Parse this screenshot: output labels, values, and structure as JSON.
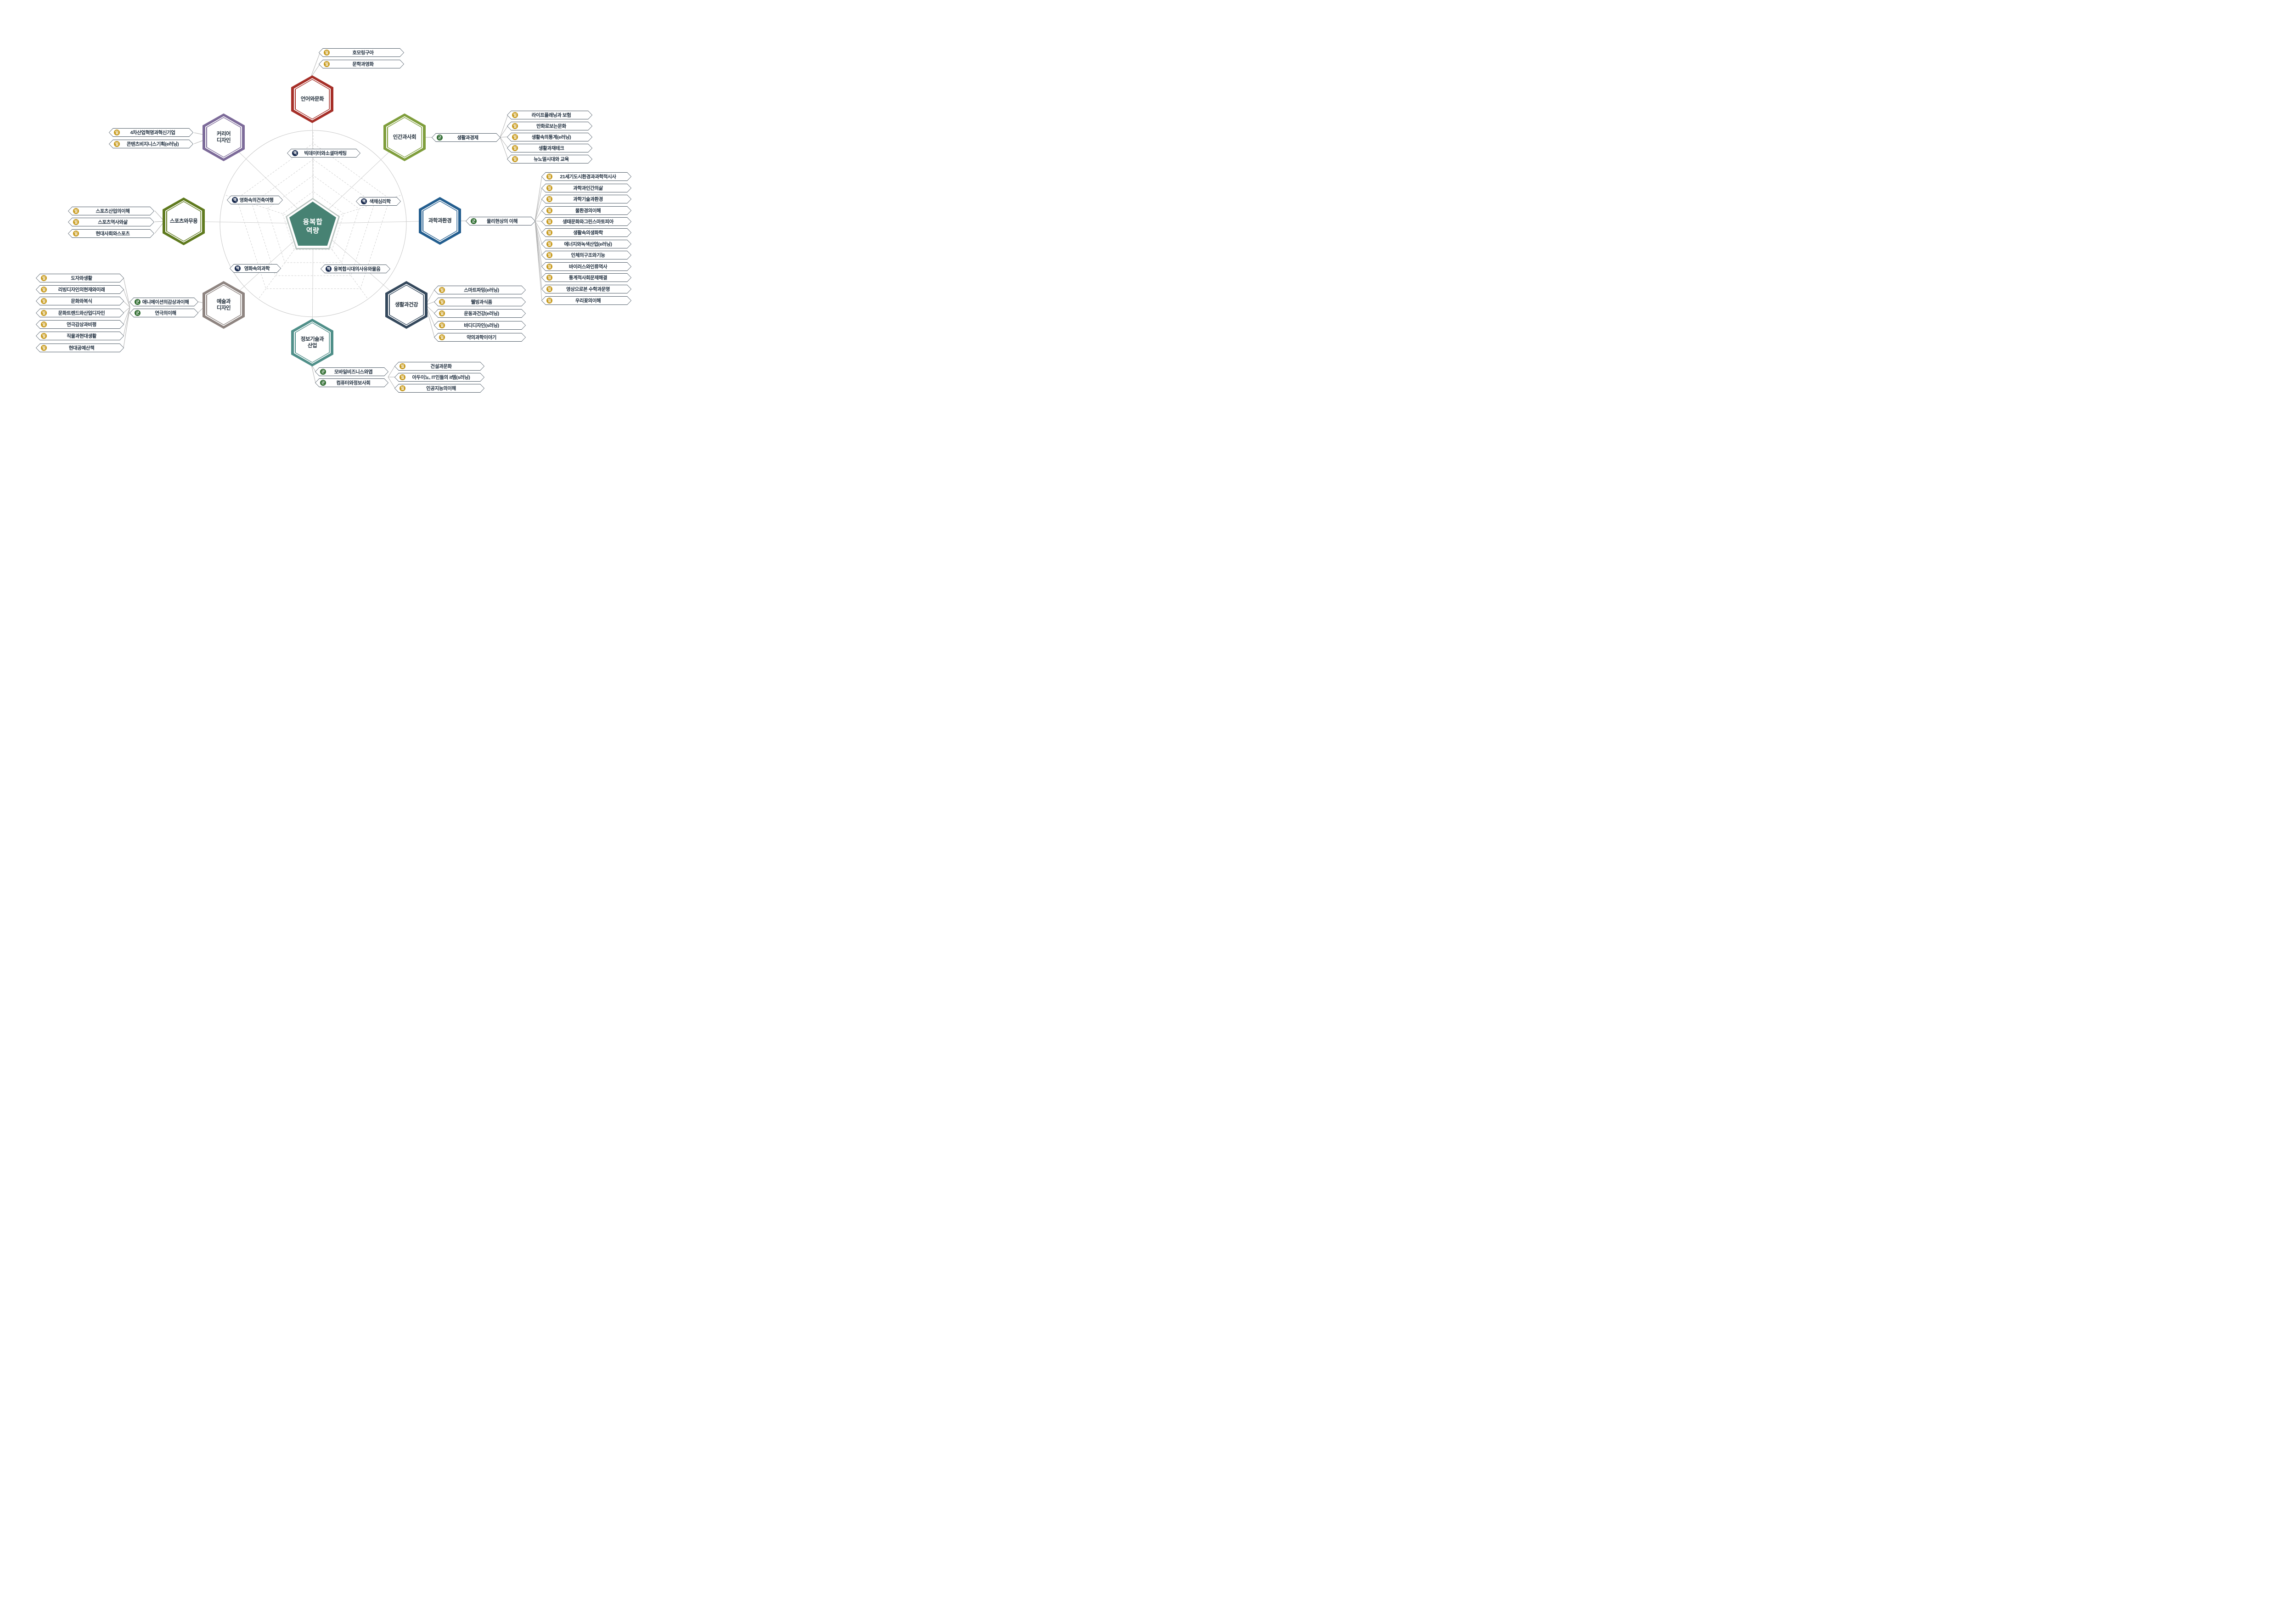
{
  "center": {
    "line1": "융복합",
    "line2": "역량"
  },
  "badge_legend": {
    "general": "일",
    "group": "군",
    "core": "핵"
  },
  "colors": {
    "badge_general": "#c79a1d",
    "badge_group": "#2e6b2f",
    "badge_core": "#17294d",
    "center_pentagon": "#478273"
  },
  "core": [
    {
      "badge": "핵",
      "label": "빅데이터와소셜마케팅"
    },
    {
      "badge": "핵",
      "label": "영화속의건축여행"
    },
    {
      "badge": "핵",
      "label": "색채심리학"
    },
    {
      "badge": "핵",
      "label": "영화속의과학"
    },
    {
      "badge": "핵",
      "label": "융복합시대의사유와물음"
    }
  ],
  "categories": [
    {
      "name": "언어와문화",
      "color": "#a62f28",
      "courses": [
        {
          "badge": "일",
          "label": "호모링구아"
        },
        {
          "badge": "일",
          "label": "문학과영화"
        }
      ]
    },
    {
      "name": "커리어\n디자인",
      "color": "#7c6a99",
      "courses": [
        {
          "badge": "일",
          "label": "4차산업혁명과혁신기업"
        },
        {
          "badge": "일",
          "label": "콘텐츠비지니스기획(e러닝)"
        }
      ]
    },
    {
      "name": "인간과사회",
      "color": "#7f9e3c",
      "courses": [
        {
          "badge": "군",
          "label": "생활과경제"
        }
      ],
      "sub": [
        {
          "badge": "일",
          "label": "라이프플래닝과 보험"
        },
        {
          "badge": "일",
          "label": "만화로보는문화"
        },
        {
          "badge": "일",
          "label": "생활속의통계(e러닝)"
        },
        {
          "badge": "일",
          "label": "생활과재테크"
        },
        {
          "badge": "일",
          "label": "뉴노멀시대와 교육"
        }
      ]
    },
    {
      "name": "스포츠와무용",
      "color": "#5f7a1e",
      "courses": [
        {
          "badge": "일",
          "label": "스포츠산업의이해"
        },
        {
          "badge": "일",
          "label": "스포츠역사와삶"
        },
        {
          "badge": "일",
          "label": "현대사회와스포츠"
        }
      ]
    },
    {
      "name": "과학과환경",
      "color": "#235e8f",
      "courses": [
        {
          "badge": "군",
          "label": "물리현상의 이해"
        }
      ],
      "sub": [
        {
          "badge": "일",
          "label": "21세기도시환경과과학적시사"
        },
        {
          "badge": "일",
          "label": "과학과인간의삶"
        },
        {
          "badge": "일",
          "label": "과학기술과환경"
        },
        {
          "badge": "일",
          "label": "물환경의이해"
        },
        {
          "badge": "일",
          "label": "생태문화와그린스마토피아"
        },
        {
          "badge": "일",
          "label": "생활속의생화학"
        },
        {
          "badge": "일",
          "label": "에너지와녹색산업(e러닝)"
        },
        {
          "badge": "일",
          "label": "인체의구조와기능"
        },
        {
          "badge": "일",
          "label": "바이러스와인류역사"
        },
        {
          "badge": "일",
          "label": "통계적사회문제해결"
        },
        {
          "badge": "일",
          "label": "영상으로본 수학과문명"
        },
        {
          "badge": "일",
          "label": "우리꽃의이해"
        }
      ]
    },
    {
      "name": "예술과\n디자인",
      "color": "#8e8480",
      "courses": [
        {
          "badge": "군",
          "label": "애니메이션의감상과이해"
        },
        {
          "badge": "군",
          "label": "연극의이해"
        }
      ],
      "sub": [
        {
          "badge": "일",
          "label": "도자와생활"
        },
        {
          "badge": "일",
          "label": "리빙디자인의현재와미래"
        },
        {
          "badge": "일",
          "label": "문화와복식"
        },
        {
          "badge": "일",
          "label": "문화트렌드와산업디자인"
        },
        {
          "badge": "일",
          "label": "연극감상과비평"
        },
        {
          "badge": "일",
          "label": "직물과현대생활"
        },
        {
          "badge": "일",
          "label": "현대공예산책"
        }
      ]
    },
    {
      "name": "생활과건강",
      "color": "#34485c",
      "courses": [
        {
          "badge": "일",
          "label": "스마트파밍(e러닝)"
        },
        {
          "badge": "일",
          "label": "웰빙과식품"
        },
        {
          "badge": "일",
          "label": "운동과건강(e러닝)"
        },
        {
          "badge": "일",
          "label": "바디디자인(s러닝)"
        },
        {
          "badge": "일",
          "label": "약의과학이야기"
        }
      ]
    },
    {
      "name": "정보기술과\n산업",
      "color": "#4f8f89",
      "courses": [
        {
          "badge": "군",
          "label": "모바일비즈니스와앱"
        },
        {
          "badge": "군",
          "label": "컴퓨터와정보사회"
        }
      ],
      "sub": [
        {
          "badge": "일",
          "label": "건설과문화"
        },
        {
          "badge": "일",
          "label": "아두이노, IT인들의 it템(s러닝)"
        },
        {
          "badge": "일",
          "label": "인공지능의이해"
        }
      ]
    }
  ]
}
